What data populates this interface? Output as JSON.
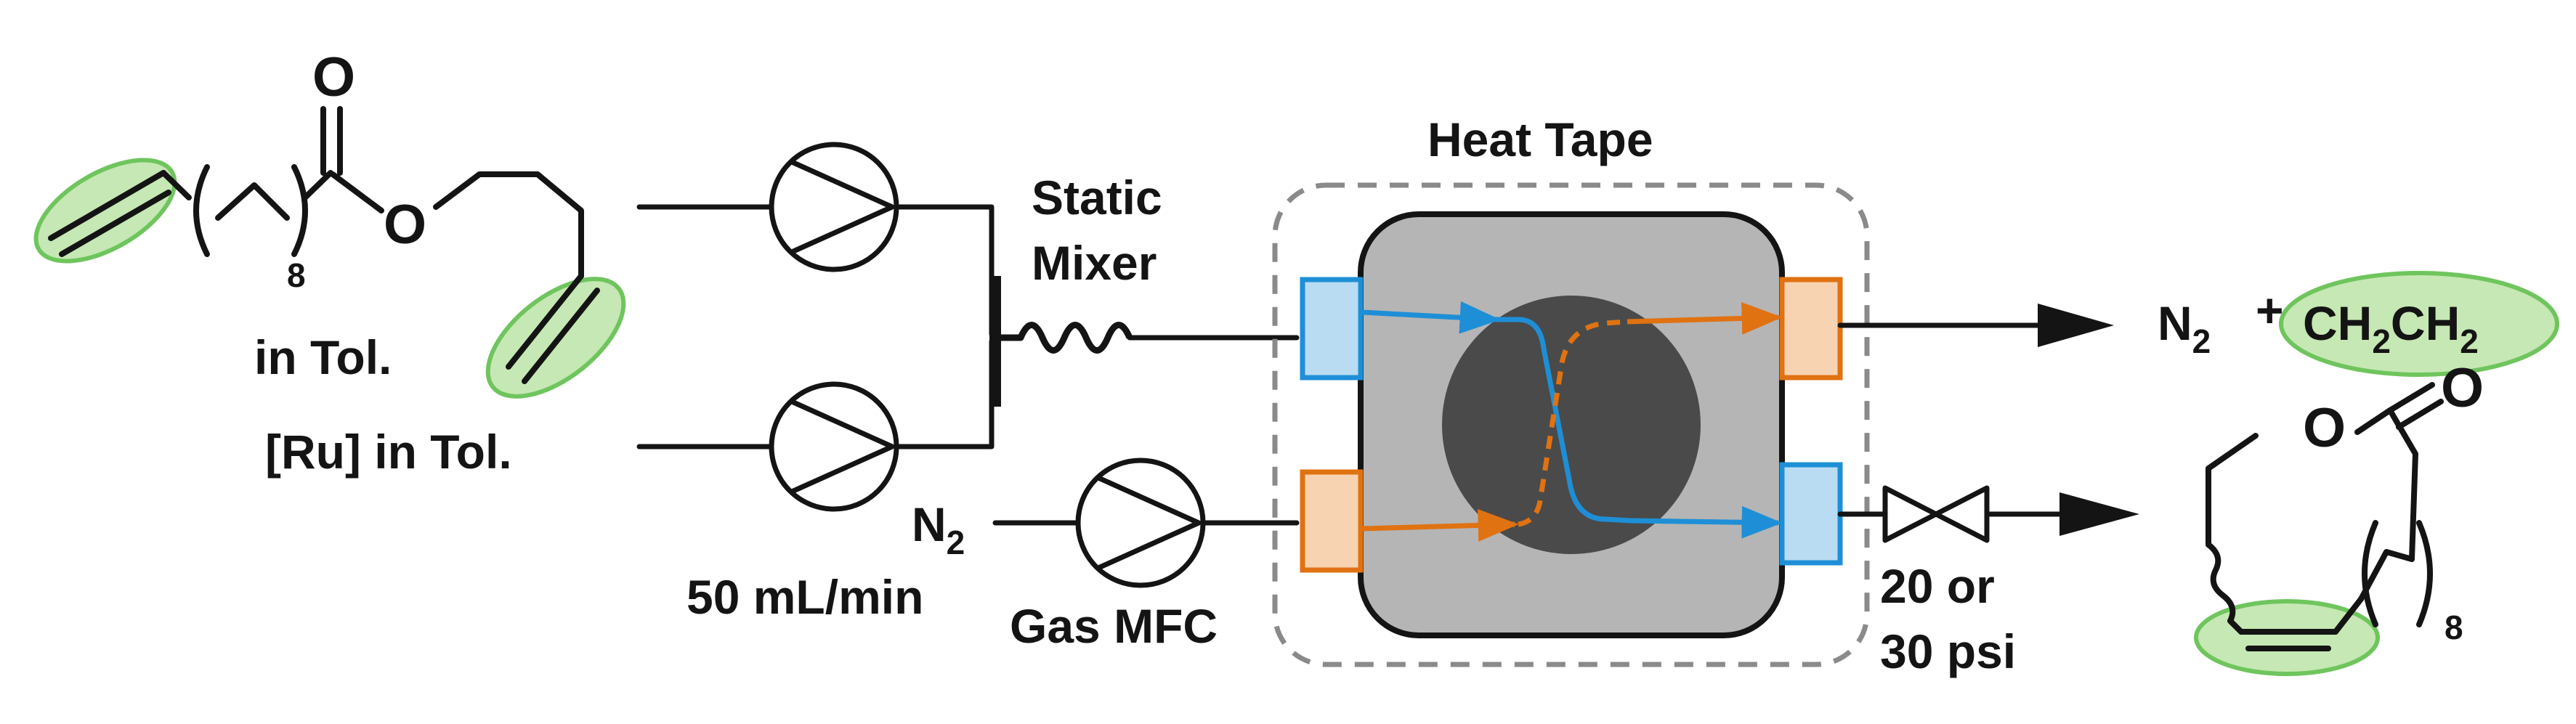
{
  "labels": {
    "substrate_solvent": "in Tol.",
    "catalyst": "[Ru] in Tol.",
    "static_mixer_line1": "Static",
    "static_mixer_line2": "Mixer",
    "heat_tape": "Heat Tape",
    "gas_n2": "N",
    "gas_n2_sub": "2",
    "gas_flow": "50 mL/min",
    "gas_mfc": "Gas MFC",
    "pressure_line1": "20 or",
    "pressure_line2": "30 psi"
  },
  "substrate": {
    "carbonyl_o": "O",
    "ester_o": "O",
    "chain_repeat": "8"
  },
  "byproduct": {
    "n2": "N",
    "n2_sub": "2",
    "plus": "+",
    "ethylene_a": "CH",
    "ethylene_sub1": "2",
    "ethylene_b": "CH",
    "ethylene_sub2": "2"
  },
  "product": {
    "ring_o": "O",
    "carbonyl_o": "O",
    "chain_repeat": "8"
  },
  "colors": {
    "line": "#141414",
    "highlight_fill": "#c6e8b4",
    "highlight_stroke": "#6fc55d",
    "blue_stream": "#1e8fd6",
    "blue_port": "#b9dcf3",
    "orange_stream": "#e07212",
    "orange_port": "#f7d3b2",
    "reactor_fill": "#b5b5b5",
    "reactor_core": "#4a4a4a",
    "dashed_border": "#8a8a8a"
  }
}
